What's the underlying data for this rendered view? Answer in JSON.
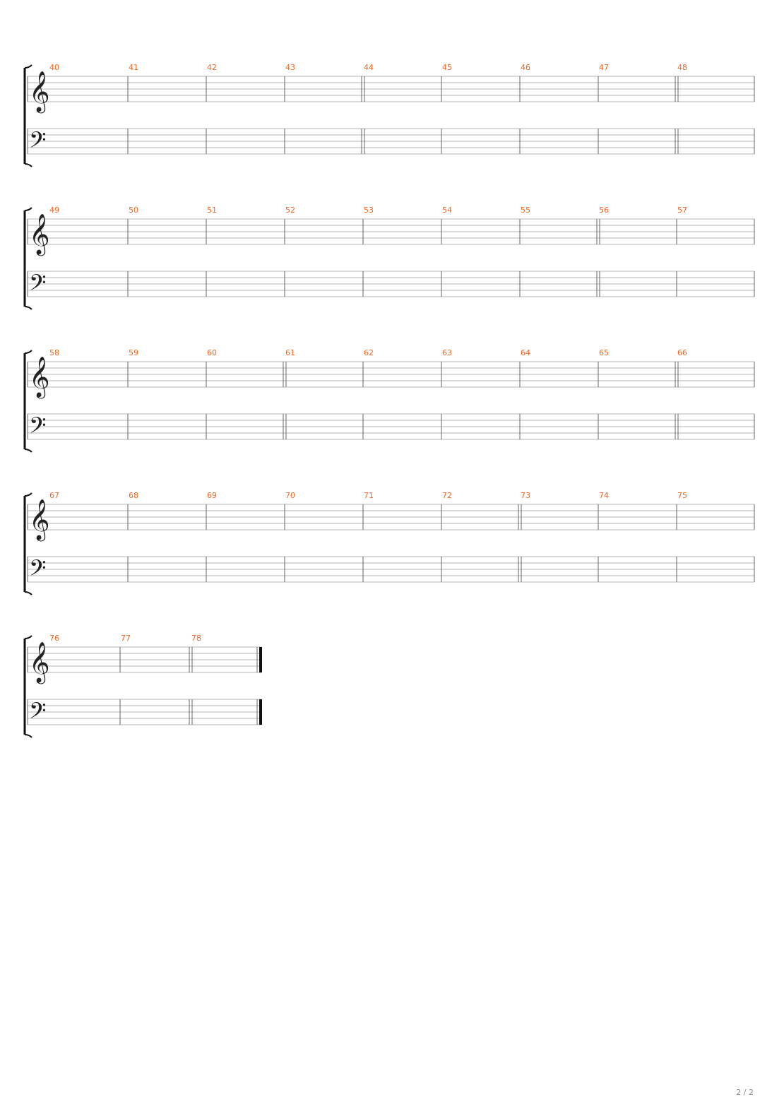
{
  "page": {
    "page_number": "2 / 2",
    "accent_color": "#f26722",
    "staff_line_color": "#b5b5b5",
    "barline_color": "#666666"
  },
  "clefs": {
    "upper": "𝄞",
    "lower": "𝄢"
  },
  "systems": [
    {
      "measures": [
        {
          "number": "40",
          "end_bar": "single"
        },
        {
          "number": "41",
          "end_bar": "single"
        },
        {
          "number": "42",
          "end_bar": "single"
        },
        {
          "number": "43",
          "end_bar": "double"
        },
        {
          "number": "44",
          "end_bar": "single"
        },
        {
          "number": "45",
          "end_bar": "single"
        },
        {
          "number": "46",
          "end_bar": "single"
        },
        {
          "number": "47",
          "end_bar": "double"
        },
        {
          "number": "48",
          "end_bar": "single"
        }
      ]
    },
    {
      "measures": [
        {
          "number": "49",
          "end_bar": "single"
        },
        {
          "number": "50",
          "end_bar": "single"
        },
        {
          "number": "51",
          "end_bar": "single"
        },
        {
          "number": "52",
          "end_bar": "single"
        },
        {
          "number": "53",
          "end_bar": "single"
        },
        {
          "number": "54",
          "end_bar": "single"
        },
        {
          "number": "55",
          "end_bar": "double"
        },
        {
          "number": "56",
          "end_bar": "single"
        },
        {
          "number": "57",
          "end_bar": "single"
        }
      ]
    },
    {
      "measures": [
        {
          "number": "58",
          "end_bar": "single"
        },
        {
          "number": "59",
          "end_bar": "single"
        },
        {
          "number": "60",
          "end_bar": "double"
        },
        {
          "number": "61",
          "end_bar": "single"
        },
        {
          "number": "62",
          "end_bar": "single"
        },
        {
          "number": "63",
          "end_bar": "single"
        },
        {
          "number": "64",
          "end_bar": "single"
        },
        {
          "number": "65",
          "end_bar": "double"
        },
        {
          "number": "66",
          "end_bar": "single"
        }
      ]
    },
    {
      "measures": [
        {
          "number": "67",
          "end_bar": "single"
        },
        {
          "number": "68",
          "end_bar": "single"
        },
        {
          "number": "69",
          "end_bar": "single"
        },
        {
          "number": "70",
          "end_bar": "single"
        },
        {
          "number": "71",
          "end_bar": "single"
        },
        {
          "number": "72",
          "end_bar": "double"
        },
        {
          "number": "73",
          "end_bar": "single"
        },
        {
          "number": "74",
          "end_bar": "single"
        },
        {
          "number": "75",
          "end_bar": "single"
        }
      ]
    },
    {
      "measures": [
        {
          "number": "76",
          "end_bar": "single"
        },
        {
          "number": "77",
          "end_bar": "double"
        },
        {
          "number": "78",
          "end_bar": "final"
        }
      ]
    }
  ]
}
